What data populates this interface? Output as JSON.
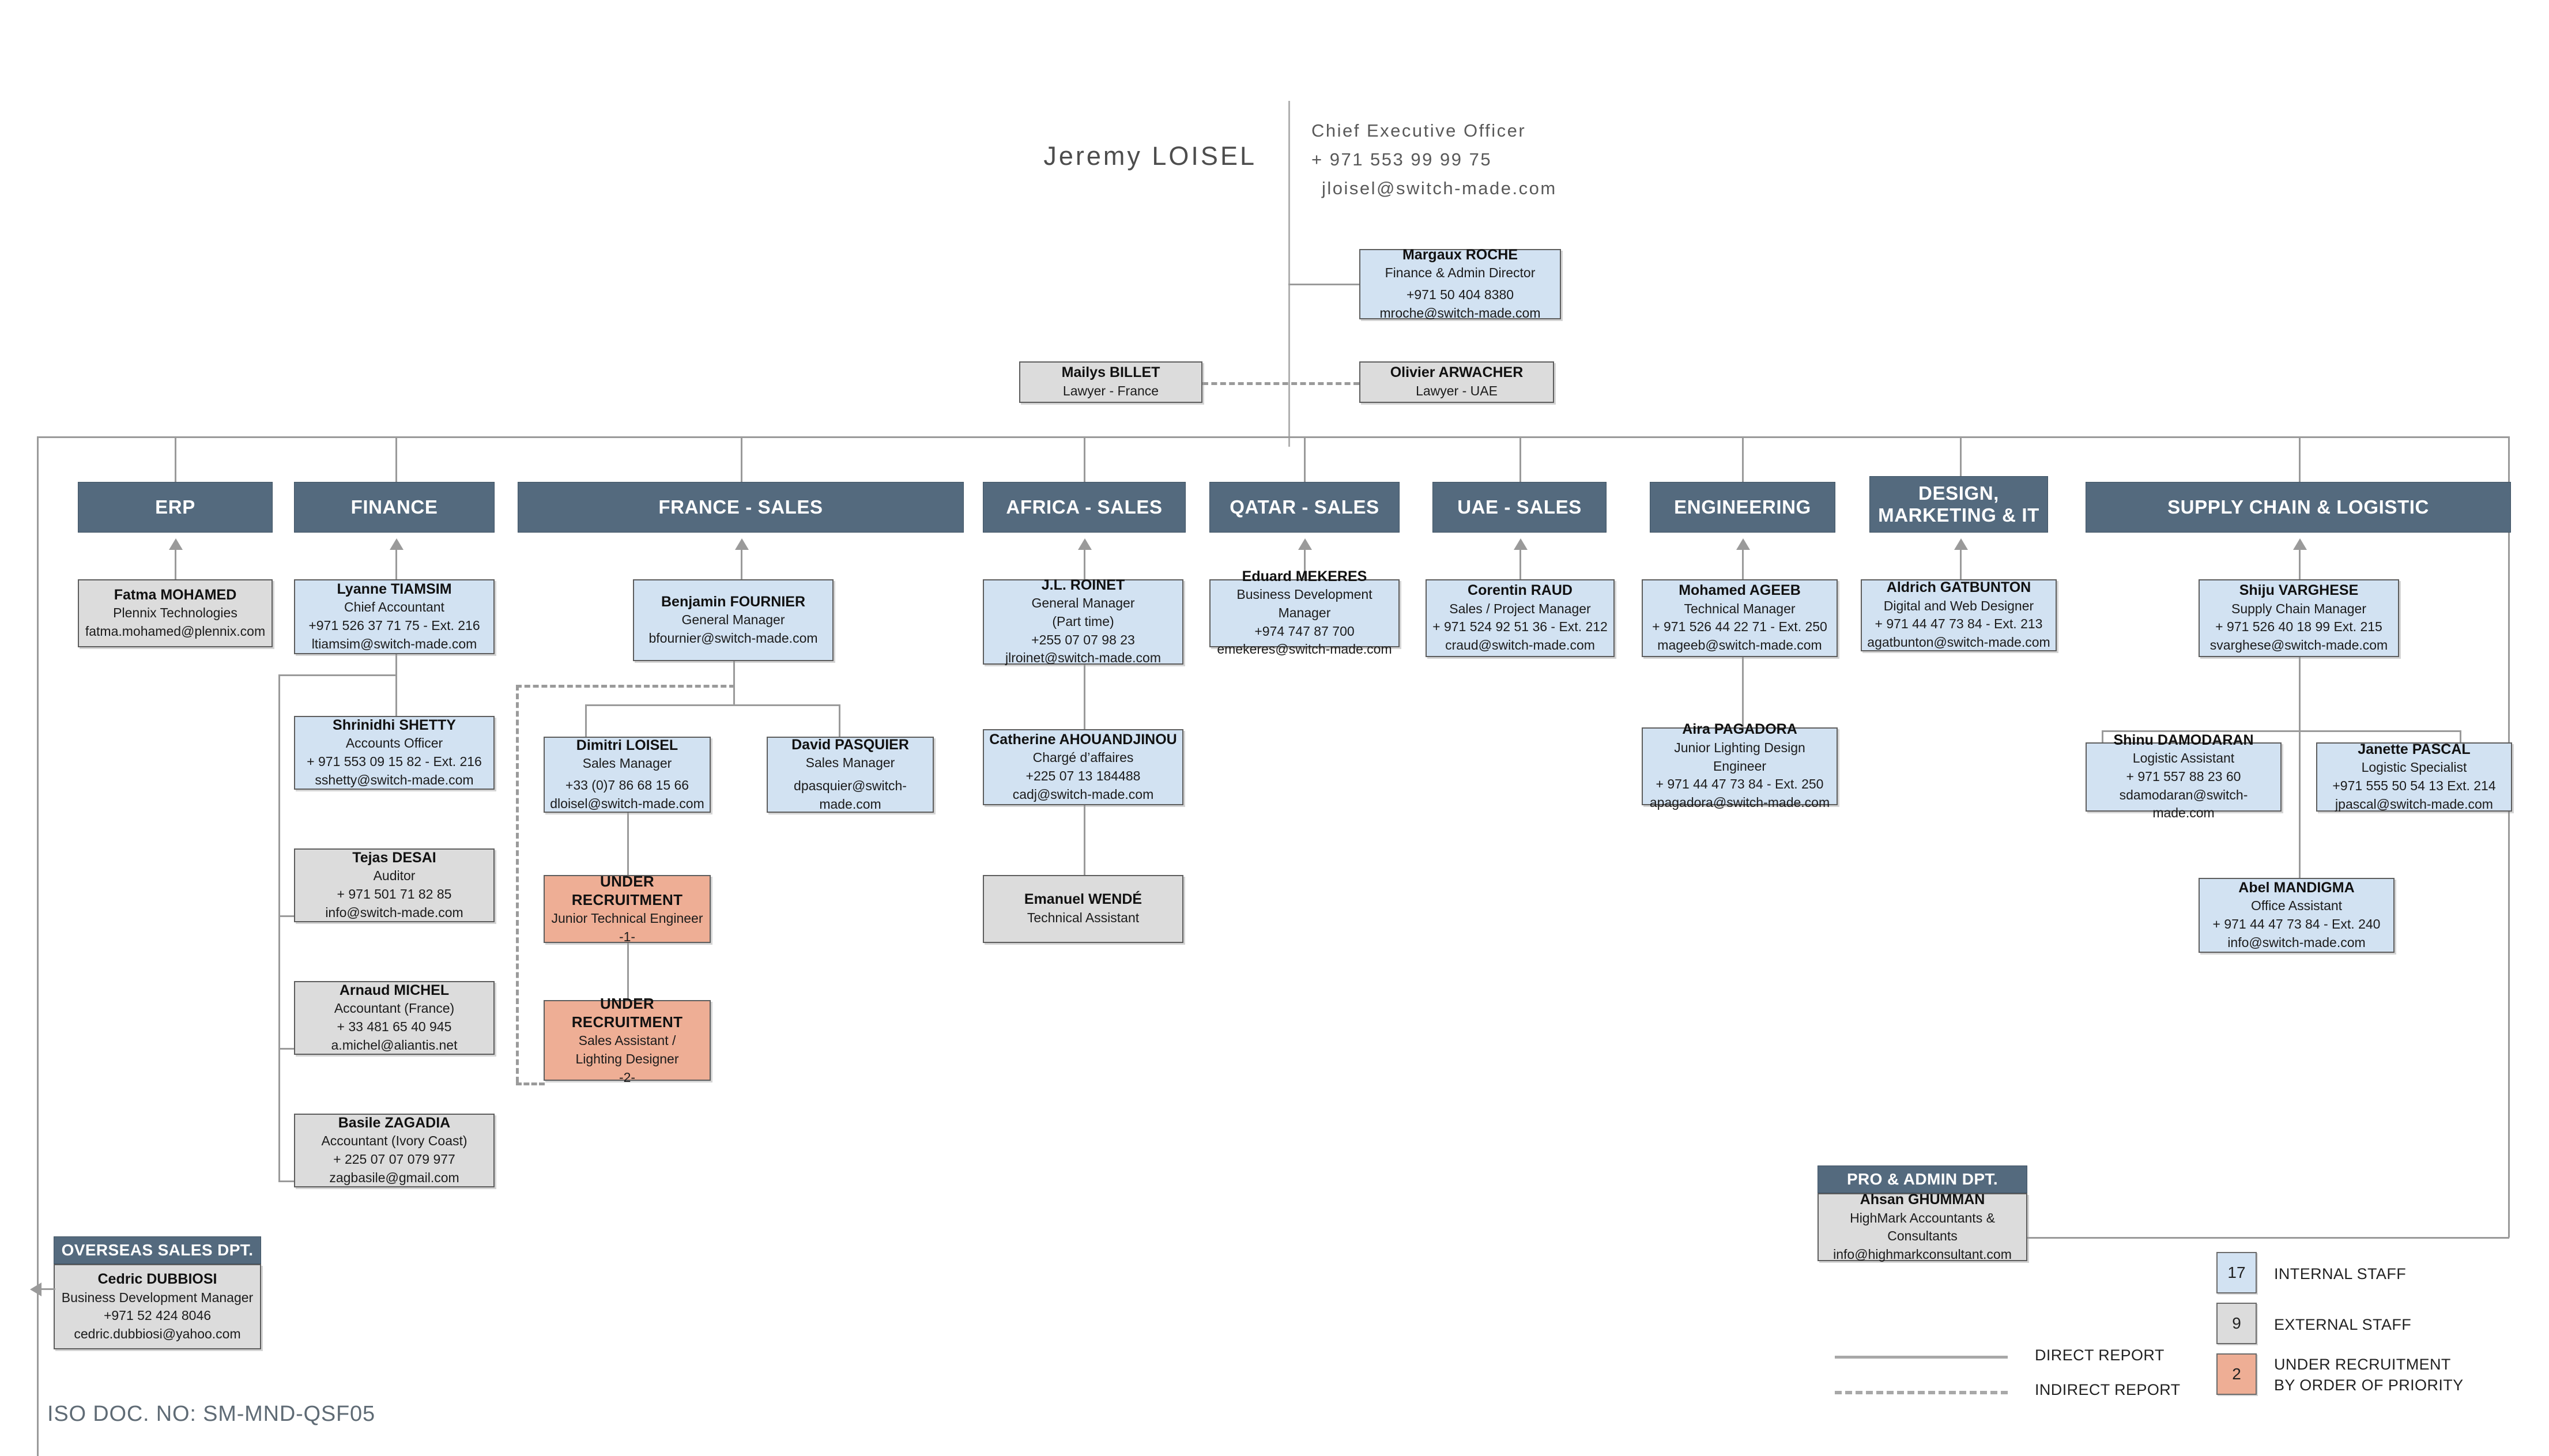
{
  "ceo": {
    "name": "Jeremy LOISEL",
    "title": "Chief Executive Officer",
    "phone": "+ 971 553 99 99 75",
    "email": "jloisel@switch-made.com"
  },
  "staff_top": {
    "finance_director": {
      "name": "Margaux ROCHE",
      "title": "Finance & Admin Director",
      "phone": "+971 50 404 8380",
      "email": "mroche@switch-made.com"
    },
    "lawyer_france": {
      "name": "Mailys BILLET",
      "title": "Lawyer - France"
    },
    "lawyer_uae": {
      "name": "Olivier ARWACHER",
      "title": "Lawyer - UAE"
    }
  },
  "departments": [
    {
      "id": "erp",
      "label": "ERP"
    },
    {
      "id": "finance",
      "label": "FINANCE"
    },
    {
      "id": "france",
      "label": "FRANCE - SALES"
    },
    {
      "id": "africa",
      "label": "AFRICA - SALES"
    },
    {
      "id": "qatar",
      "label": "QATAR - SALES"
    },
    {
      "id": "uae",
      "label": "UAE - SALES"
    },
    {
      "id": "eng",
      "label": "ENGINEERING"
    },
    {
      "id": "design",
      "label": "DESIGN, MARKETING & IT"
    },
    {
      "id": "supply",
      "label": "SUPPLY CHAIN & LOGISTIC"
    }
  ],
  "cards": {
    "fatma": {
      "name": "Fatma MOHAMED",
      "title": "Plennix Technologies",
      "phone": "",
      "email": "fatma.mohamed@plennix.com"
    },
    "lyanne": {
      "name": "Lyanne TIAMSIM",
      "title": "Chief Accountant",
      "phone": "+971 526 37 71 75  - Ext. 216",
      "email": "ltiamsim@switch-made.com"
    },
    "shrinidhi": {
      "name": "Shrinidhi SHETTY",
      "title": "Accounts Officer",
      "phone": "+ 971 553 09 15 82  - Ext. 216",
      "email": "sshetty@switch-made.com"
    },
    "tejas": {
      "name": "Tejas DESAI",
      "title": "Auditor",
      "phone": "+ 971 501 71 82 85",
      "email": "info@switch-made.com"
    },
    "arnaud": {
      "name": "Arnaud MICHEL",
      "title": "Accountant (France)",
      "phone": "+ 33 481 65 40 945",
      "email": "a.michel@aliantis.net"
    },
    "basile": {
      "name": "Basile ZAGADIA",
      "title": "Accountant (Ivory Coast)",
      "phone": "+ 225 07 07 079 977",
      "email": "zagbasile@gmail.com"
    },
    "benjamin": {
      "name": "Benjamin FOURNIER",
      "title": "General Manager",
      "phone": "",
      "email": "bfournier@switch-made.com"
    },
    "dimitri": {
      "name": "Dimitri LOISEL",
      "title": "Sales Manager",
      "phone": "+33 (0)7 86 68 15 66",
      "email": "dloisel@switch-made.com"
    },
    "davidp": {
      "name": "David PASQUIER",
      "title": "Sales Manager",
      "phone": "",
      "email": "dpasquier@switch-made.com"
    },
    "recruit1": {
      "name": "UNDER RECRUITMENT",
      "title": "Junior Technical Engineer",
      "phone": "-1-",
      "email": ""
    },
    "recruit2": {
      "name": "UNDER RECRUITMENT",
      "title": "Sales Assistant /",
      "phone": "Lighting Designer",
      "email": "-2-"
    },
    "roinet": {
      "name": "J.L. ROINET",
      "title": "General Manager",
      "phone": "(Part time)",
      "email": "+255 07 07 98 23",
      "email2": "jlroinet@switch-made.com"
    },
    "catherine": {
      "name": "Catherine AHOUANDJINOU",
      "title": "Chargé d’affaires",
      "phone": "+225 07 13 184488",
      "email": "cadj@switch-made.com"
    },
    "emanuel": {
      "name": "Emanuel WENDÉ",
      "title": "Technical Assistant",
      "phone": "",
      "email": ""
    },
    "eduard": {
      "name": "Eduard MEKERES",
      "title": "Business Development Manager",
      "phone": "+974 747 87 700",
      "email": "emekeres@switch-made.com"
    },
    "corentin": {
      "name": "Corentin RAUD",
      "title": "Sales / Project Manager",
      "phone": "+ 971 524 92 51 36  - Ext. 212",
      "email": "craud@switch-made.com"
    },
    "mohamed": {
      "name": "Mohamed AGEEB",
      "title": "Technical Manager",
      "phone": "+ 971 526 44 22 71 - Ext. 250",
      "email": "mageeb@switch-made.com"
    },
    "aira": {
      "name": "Aira PAGADORA",
      "title": "Junior Lighting Design Engineer",
      "phone": "+ 971 44 47 73 84 - Ext. 250",
      "email": "apagadora@switch-made.com"
    },
    "aldrich": {
      "name": "Aldrich GATBUNTON",
      "title": "Digital and Web Designer",
      "phone": "+ 971 44 47 73 84 - Ext. 213",
      "email": "agatbunton@switch-made.com"
    },
    "shiju": {
      "name": "Shiju VARGHESE",
      "title": "Supply Chain Manager",
      "phone": "+ 971 526 40 18 99  Ext. 215",
      "email": "svarghese@switch-made.com"
    },
    "shinu": {
      "name": "Shinu DAMODARAN",
      "title": "Logistic Assistant",
      "phone": "+ 971 557 88 23 60",
      "email": "sdamodaran@switch-made.com"
    },
    "janette": {
      "name": "Janette PASCAL",
      "title": "Logistic Specialist",
      "phone": "+971 555 50 54 13  Ext. 214",
      "email": "jpascal@switch-made.com"
    },
    "abel": {
      "name": "Abel MANDIGMA",
      "title": "Office Assistant",
      "phone": "+ 971 44 47 73 84 - Ext. 240",
      "email": "info@switch-made.com"
    }
  },
  "groups": {
    "pro_admin": {
      "header": "PRO & ADMIN DPT.",
      "name": "Ahsan GHUMMAN",
      "title": "HighMark Accountants & Consultants",
      "email": "info@highmarkconsultant.com"
    },
    "overseas": {
      "header": "OVERSEAS SALES DPT.",
      "name": "Cedric DUBBIOSI",
      "title": "Business Development Manager",
      "phone": "+971 52 424 8046",
      "email": "cedric.dubbiosi@yahoo.com"
    }
  },
  "legend": {
    "direct": "DIRECT REPORT",
    "indirect": "INDIRECT REPORT",
    "internal_count": "17",
    "internal_label": "INTERNAL STAFF",
    "external_count": "9",
    "external_label": "EXTERNAL STAFF",
    "recruit_count": "2",
    "recruit_label_1": "UNDER RECRUITMENT",
    "recruit_label_2": "BY ORDER OF PRIORITY"
  },
  "footer": {
    "iso": "ISO DOC. NO: SM-MND-QSF05"
  },
  "colors": {
    "dept_header": "#546a7e",
    "internal": "#d2e2f2",
    "external": "#dcdcdc",
    "recruitment": "#eeae95",
    "connector": "#9a9a9a"
  }
}
